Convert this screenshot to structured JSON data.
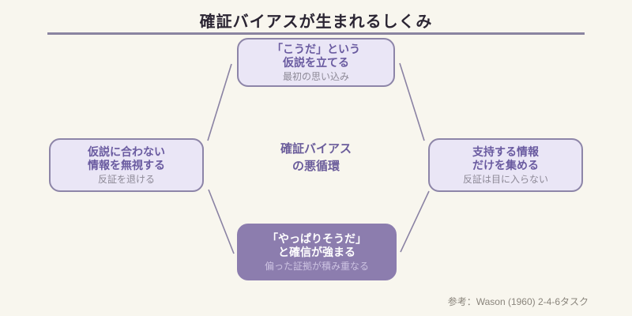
{
  "title": "確証バイアスが生まれるしくみ",
  "center": {
    "line1": "確証バイアス",
    "line2": "の悪循環"
  },
  "nodes": {
    "top": {
      "line1": "「こうだ」という",
      "line2": "仮説を立てる",
      "subtitle": "最初の思い込み"
    },
    "right": {
      "line1": "支持する情報",
      "line2": "だけを集める",
      "subtitle": "反証は目に入らない"
    },
    "bottom": {
      "line1": "「やっぱりそうだ」",
      "line2": "と確信が強まる",
      "subtitle": "偏った証拠が積み重なる"
    },
    "left": {
      "line1": "仮説に合わない",
      "line2": "情報を無視する",
      "subtitle": "反証を退ける"
    }
  },
  "caption": "参考：Wason (1960) 2-4-6タスク",
  "colors": {
    "background": "#f8f6ee",
    "node_fill": "#eae6f6",
    "node_border": "#8d85a8",
    "node_title": "#6a5ba0",
    "node_subtitle": "#8d8996",
    "emphasis_node_fill": "#8c7dae",
    "emphasis_node_title": "#ffffff",
    "emphasis_node_subtitle": "#cdc3e2",
    "title_text": "#2b2533",
    "divider": "#8a84a0",
    "connector": "#8a82a3",
    "center_text": "#6b5d9b",
    "caption_text": "#8a857c"
  }
}
